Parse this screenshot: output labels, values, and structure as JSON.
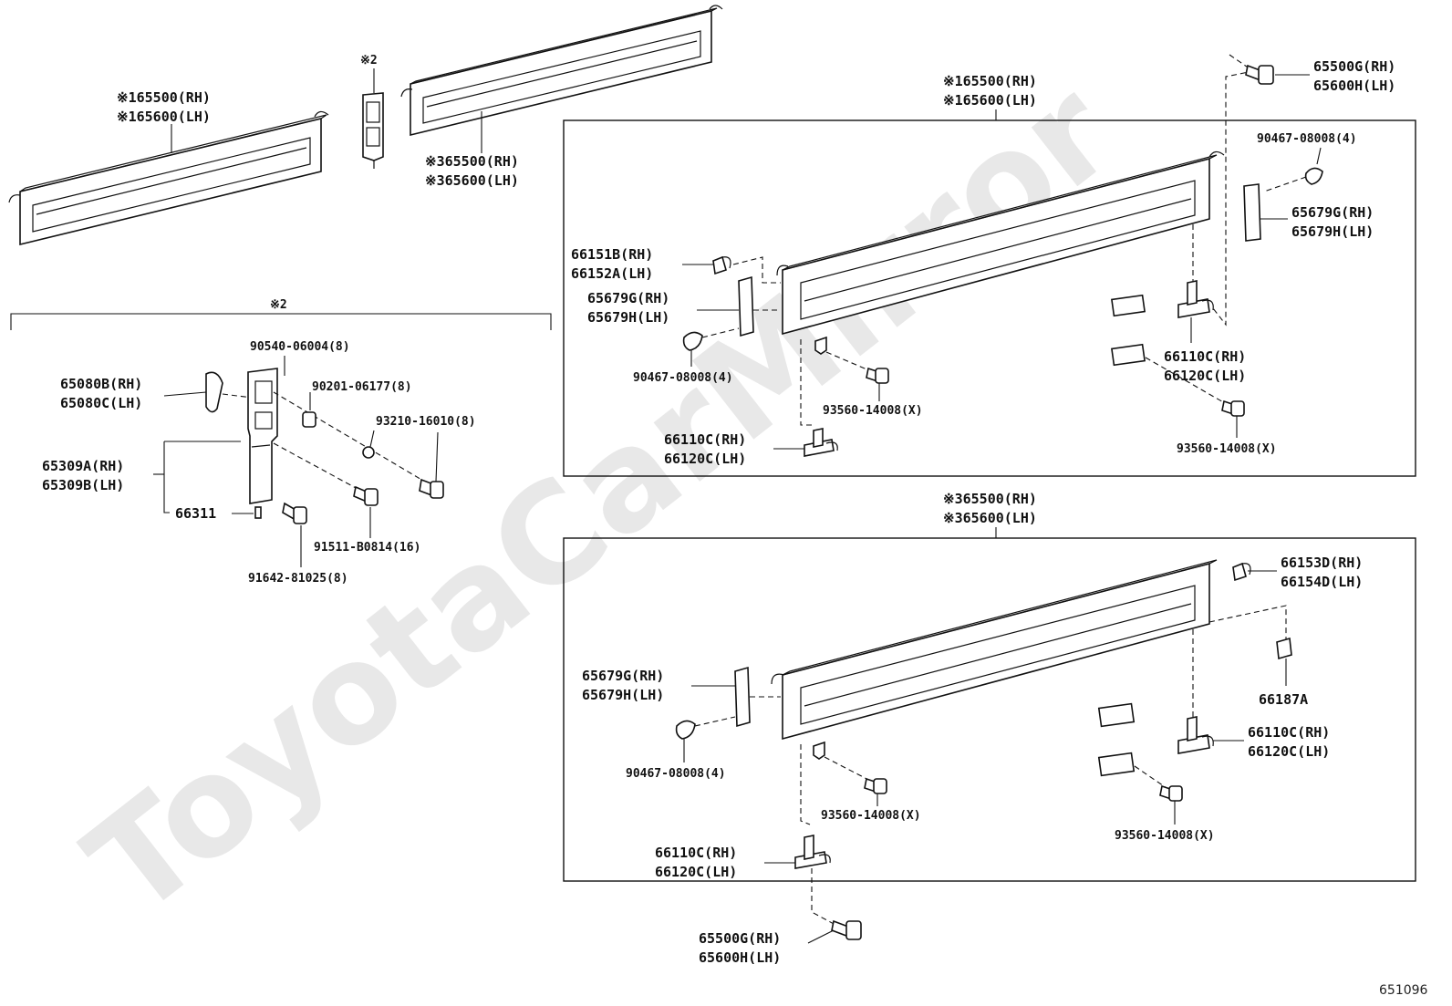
{
  "diagram": {
    "watermark": "ToyotaCarMirror",
    "figure_number": "651096",
    "labels": {
      "top_left_rh": "※165500(RH)",
      "top_left_lh": "※165600(LH)",
      "star2_top": "※2",
      "top_mid_rh": "※365500(RH)",
      "top_mid_lh": "※365600(LH)",
      "box1_title_rh": "※165500(RH)",
      "box1_title_lh": "※165600(LH)",
      "box2_title_rh": "※365500(RH)",
      "box2_title_lh": "※365600(LH)",
      "star2_group": "※2",
      "hinge_rh": "65080B(RH)",
      "hinge_lh": "65080C(LH)",
      "bracket_rh": "65309A(RH)",
      "bracket_lh": "65309B(LH)",
      "pin": "66311",
      "p90540": "90540-06004(8)",
      "p90201": "90201-06177(8)",
      "p93210": "93210-16010(8)",
      "p91511": "91511-B0814(16)",
      "p91642": "91642-81025(8)",
      "b1_66151": "66151B(RH)",
      "b1_66152": "66152A(LH)",
      "b1_65679g": "65679G(RH)",
      "b1_65679h": "65679H(LH)",
      "b1_90467": "90467-08008(4)",
      "b1_66110_l": "66110C(RH)",
      "b1_66120_l": "66120C(LH)",
      "b1_93560_l": "93560-14008(X)",
      "b1_66110_r": "66110C(RH)",
      "b1_66120_r": "66120C(LH)",
      "b1_93560_r": "93560-14008(X)",
      "r_65500g": "65500G(RH)",
      "r_65600h": "65600H(LH)",
      "r_90467": "90467-08008(4)",
      "r_65679g": "65679G(RH)",
      "r_65679h": "65679H(LH)",
      "b2_66153": "66153D(RH)",
      "b2_66154": "66154D(LH)",
      "b2_66187": "66187A",
      "b2_65679g": "65679G(RH)",
      "b2_65679h": "65679H(LH)",
      "b2_90467": "90467-08008(4)",
      "b2_66110_r": "66110C(RH)",
      "b2_66120_r": "66120C(LH)",
      "b2_93560_l": "93560-14008(X)",
      "b2_93560_r": "93560-14008(X)",
      "b2_66110_l": "66110C(RH)",
      "b2_66120_l": "66120C(LH)",
      "bot_65500g": "65500G(RH)",
      "bot_65600h": "65600H(LH)"
    }
  }
}
